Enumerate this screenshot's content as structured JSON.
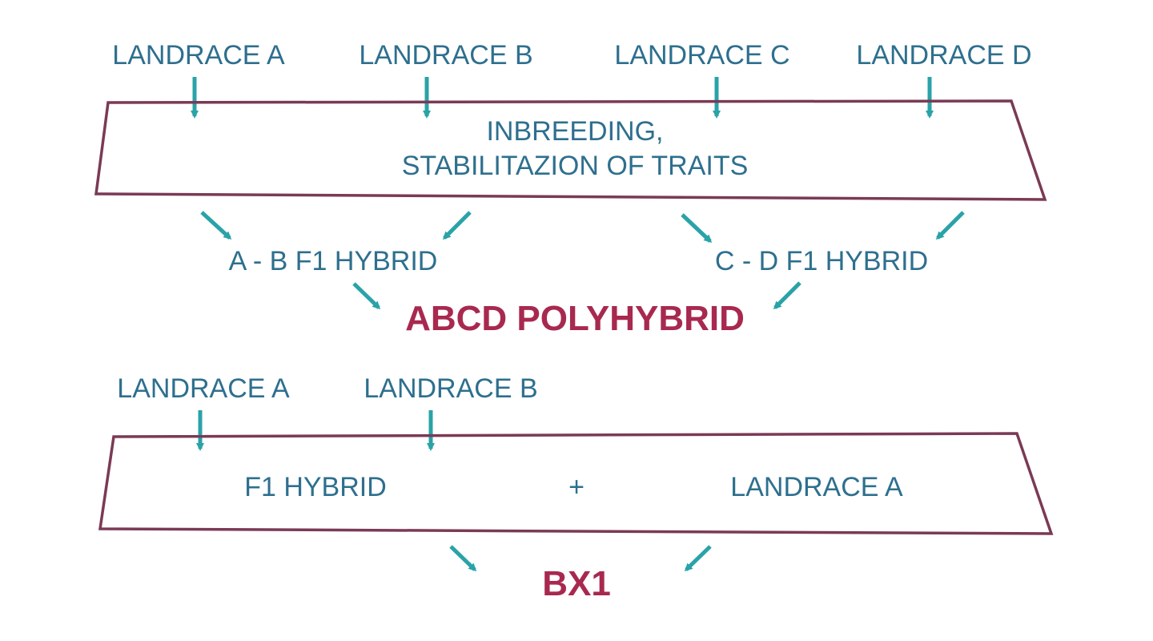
{
  "colors": {
    "label_text": "#2e6f8e",
    "highlight_text": "#a8294f",
    "arrow": "#2aa3a8",
    "box_outline": "#7a3a55"
  },
  "icons": {
    "arrow": "arrow-icon"
  },
  "section1": {
    "landraces": [
      "LANDRACE A",
      "LANDRACE B",
      "LANDRACE C",
      "LANDRACE D"
    ],
    "box_line1": "INBREEDING,",
    "box_line2": "STABILITAZION OF TRAITS",
    "hybrid_ab": "A - B F1 HYBRID",
    "hybrid_cd": "C - D F1 HYBRID",
    "result": "ABCD POLYHYBRID"
  },
  "section2": {
    "landraces": [
      "LANDRACE A",
      "LANDRACE B"
    ],
    "box_left": "F1 HYBRID",
    "box_plus": "+",
    "box_right": "LANDRACE A",
    "result": "BX1"
  }
}
